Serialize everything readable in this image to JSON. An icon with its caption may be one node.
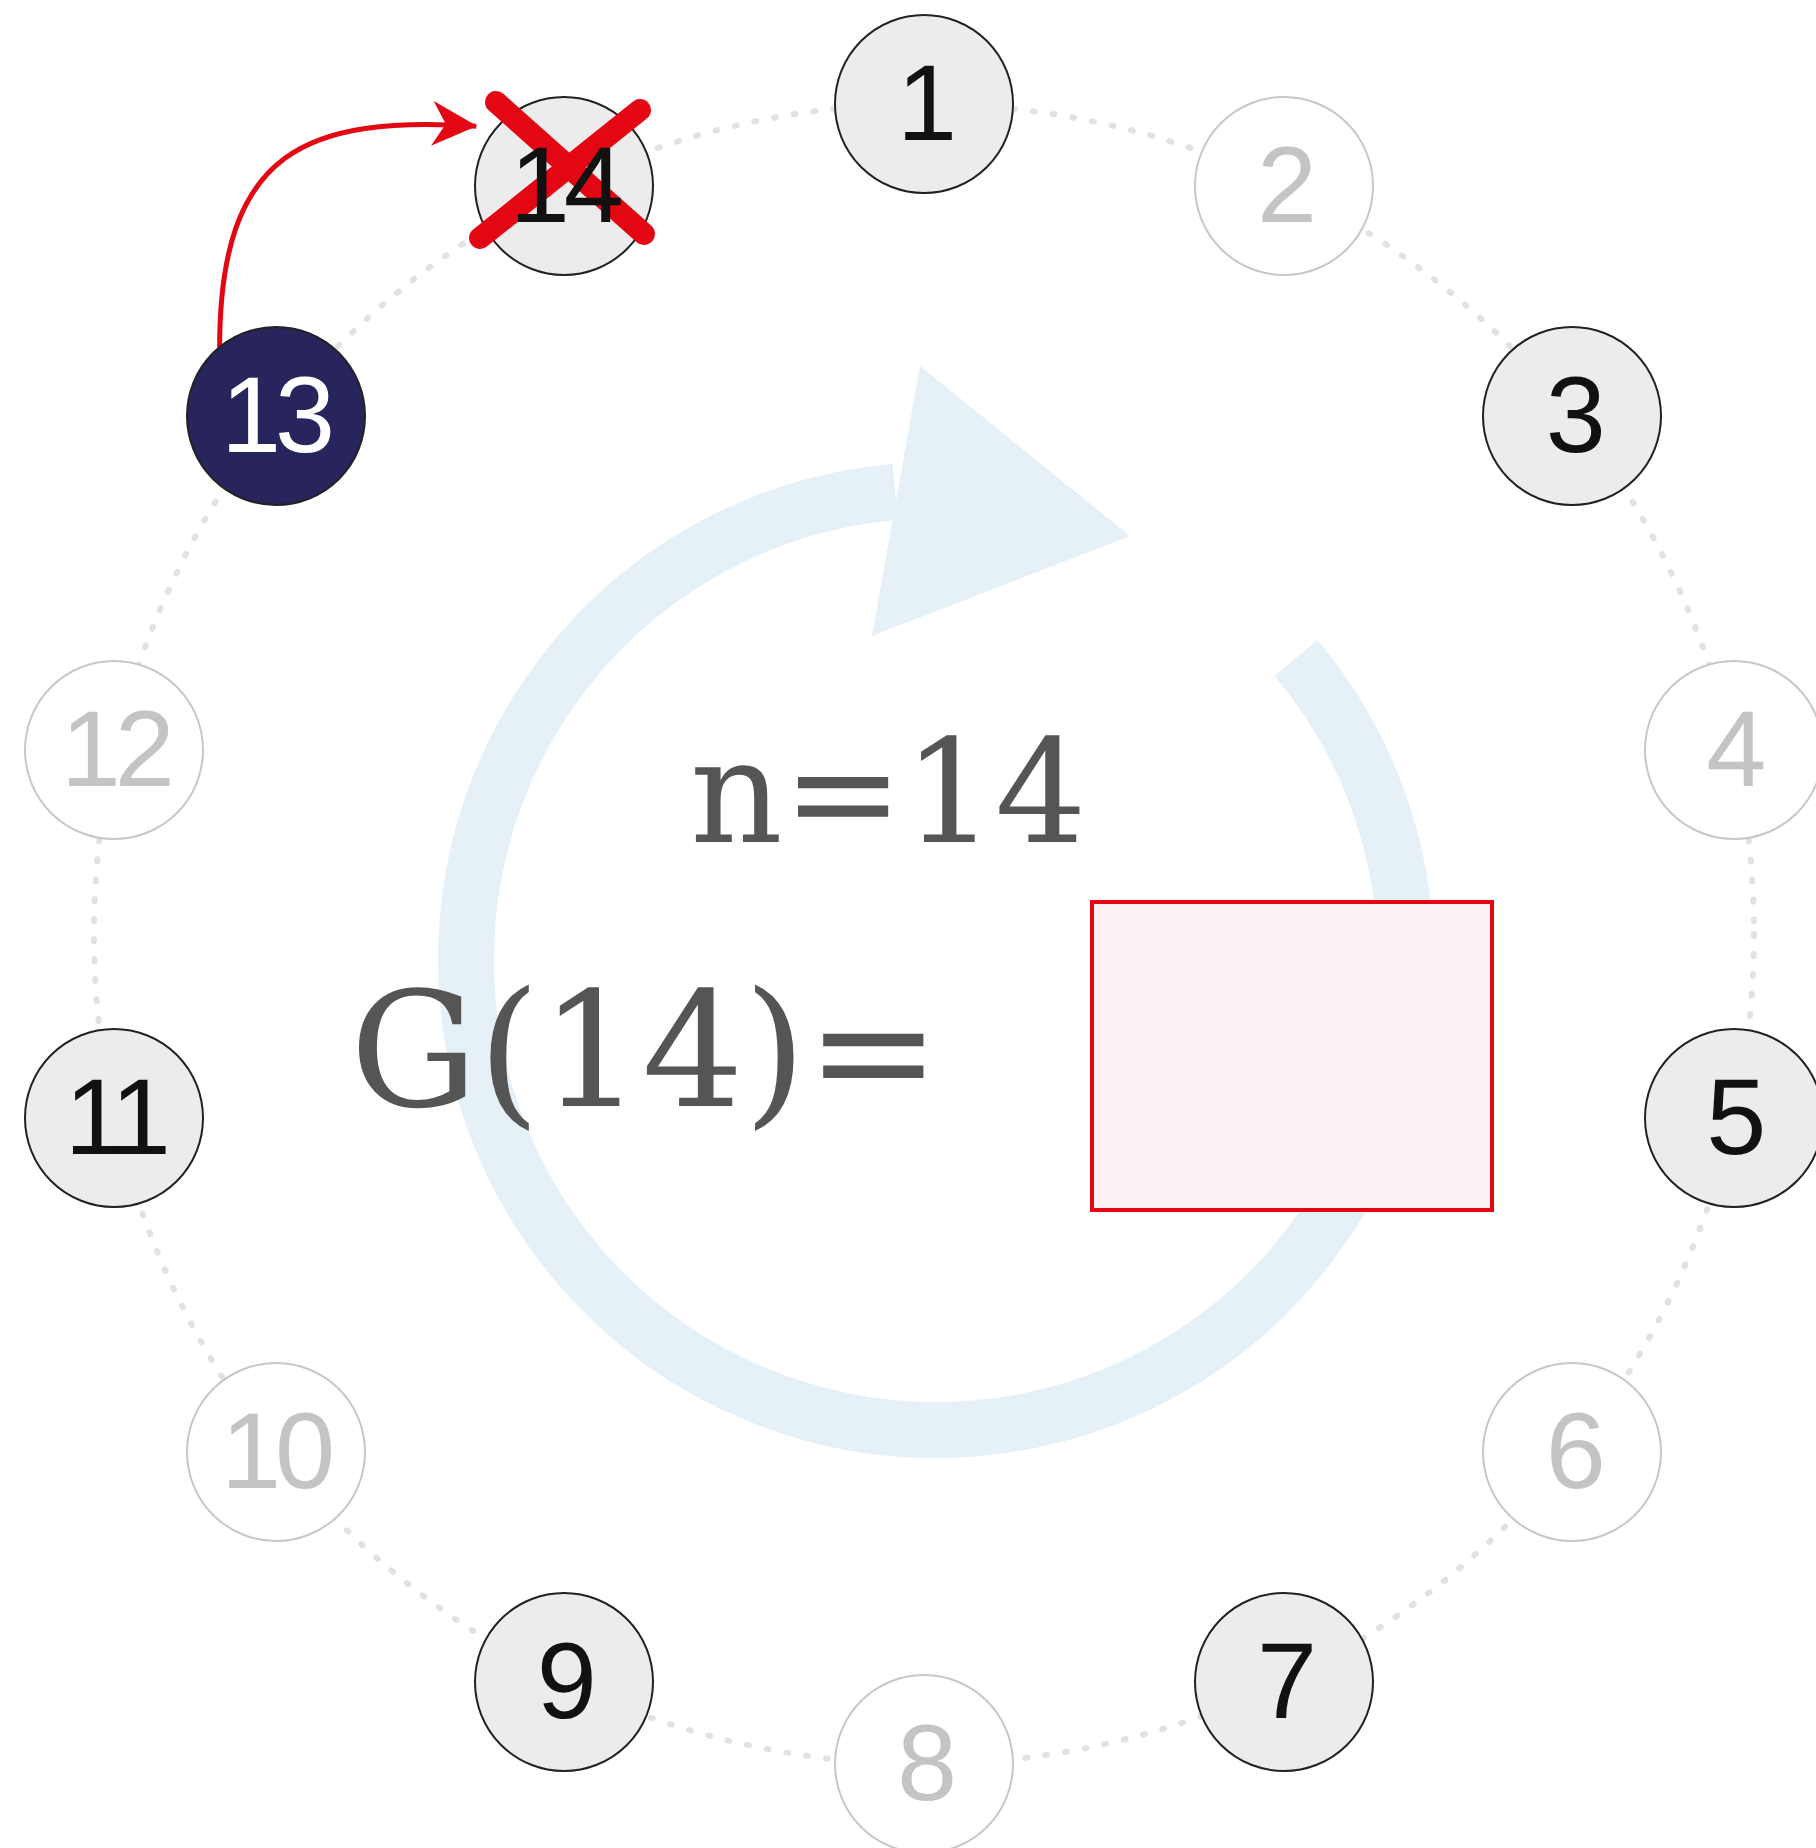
{
  "diagram": {
    "nodes": [
      {
        "text": [
          "1"
        ]
      },
      {
        "text": [
          "2"
        ]
      },
      {
        "text": [
          "3"
        ]
      },
      {
        "text": [
          "4"
        ]
      },
      {
        "text": [
          "5"
        ]
      },
      {
        "text": [
          "6"
        ]
      },
      {
        "text": [
          "7"
        ]
      },
      {
        "text": [
          "8"
        ]
      },
      {
        "text": [
          "9"
        ]
      },
      {
        "text": [
          "10"
        ]
      },
      {
        "text": [
          "11"
        ]
      },
      {
        "text": [
          "12"
        ]
      },
      {
        "text": [
          "13"
        ]
      },
      {
        "text": [
          "14"
        ]
      },
      {
        "text": [],
        "shape": "box"
      }
    ],
    "edges": [
      {
        "from": 12,
        "to": 13,
        "arrow": "to",
        "color": "#e30613"
      }
    ],
    "labels": [
      "n=14",
      "G(14)="
    ]
  }
}
